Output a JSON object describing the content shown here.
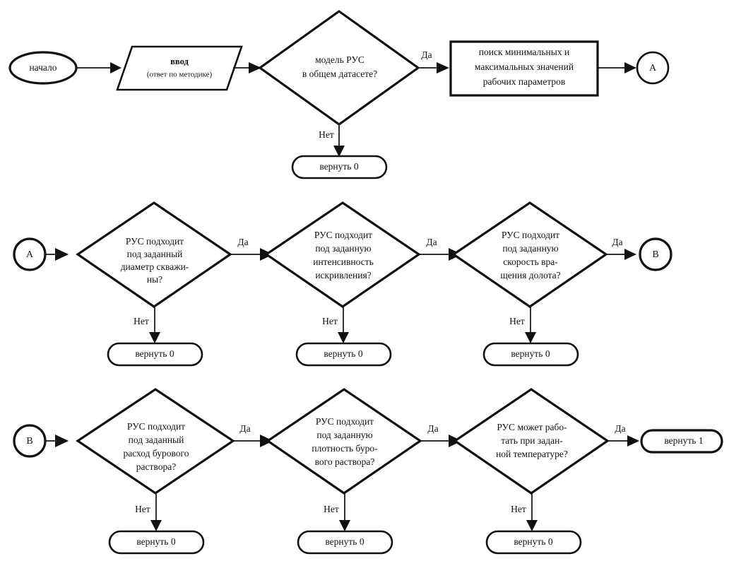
{
  "diagram": {
    "title_text": "",
    "colors": {
      "stroke": "#111111",
      "fill": "#ffffff",
      "background": "#ffffff"
    },
    "edge_labels": {
      "yes": "Да",
      "no": "Нет"
    },
    "rows": {
      "row1": {
        "start": {
          "label": "начало"
        },
        "input": {
          "line1": "ввод",
          "line2": "(ответ по методике)"
        },
        "decision": {
          "line1": "модель РУС",
          "line2": "в общем датасете?"
        },
        "process": {
          "line1": "поиск минимальных и",
          "line2": "максимальных значений",
          "line3": "рабочих параметров"
        },
        "connector_out": {
          "label": "A"
        },
        "return_no": {
          "label": "вернуть 0"
        },
        "yes_label": "Да",
        "no_label": "Нет"
      },
      "row2": {
        "connector_in": {
          "label": "A"
        },
        "connector_out": {
          "label": "B"
        },
        "decisions": [
          {
            "lines": [
              "РУС подходит",
              "под заданный",
              "диаметр скважи-",
              "ны?"
            ],
            "yes_label": "Да",
            "no_label": "Нет",
            "return_no": "вернуть 0"
          },
          {
            "lines": [
              "РУС подходит",
              "под заданную",
              "интенсивность",
              "искривления?"
            ],
            "yes_label": "Да",
            "no_label": "Нет",
            "return_no": "вернуть 0"
          },
          {
            "lines": [
              "РУС подходит",
              "под заданную",
              "скорость вра-",
              "щения долота?"
            ],
            "yes_label": "Да",
            "no_label": "Нет",
            "return_no": "вернуть 0"
          }
        ]
      },
      "row3": {
        "connector_in": {
          "label": "B"
        },
        "decisions": [
          {
            "lines": [
              "РУС подходит",
              "под заданный",
              "расход бурового",
              "раствора?"
            ],
            "yes_label": "Да",
            "no_label": "Нет",
            "return_no": "вернуть 0"
          },
          {
            "lines": [
              "РУС подходит",
              "под заданную",
              "плотность буро-",
              "вого раствора?"
            ],
            "yes_label": "Да",
            "no_label": "Нет",
            "return_no": "вернуть 0"
          },
          {
            "lines": [
              "РУС может рабо-",
              "тать при задан-",
              "ной температуре?"
            ],
            "yes_label": "Да",
            "no_label": "Нет",
            "return_no": "вернуть 0"
          }
        ],
        "return_yes": {
          "label": "вернуть 1"
        }
      }
    }
  }
}
